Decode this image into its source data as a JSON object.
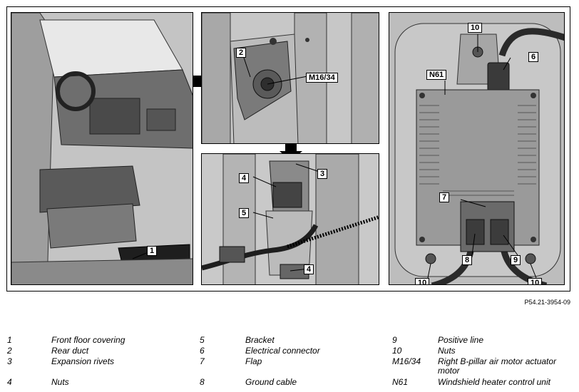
{
  "figure_ref": "P54.21-3954-09",
  "callouts": {
    "c1": "1",
    "c2": "2",
    "c3": "3",
    "c4a": "4",
    "c4b": "4",
    "c5": "5",
    "c6": "6",
    "c7": "7",
    "c8": "8",
    "c9": "9",
    "c10a": "10",
    "c10b": "10",
    "c10c": "10",
    "m1634": "M16/34",
    "n61": "N61"
  },
  "legend": {
    "col1": [
      {
        "num": "1",
        "text": "Front floor covering"
      },
      {
        "num": "2",
        "text": "Rear duct"
      },
      {
        "num": "3",
        "text": "Expansion rivets"
      },
      {
        "num": "4",
        "text": "Nuts"
      }
    ],
    "col2": [
      {
        "num": "5",
        "text": "Bracket"
      },
      {
        "num": "6",
        "text": "Electrical connector"
      },
      {
        "num": "7",
        "text": "Flap"
      },
      {
        "num": "8",
        "text": "Ground cable"
      }
    ],
    "col3": [
      {
        "num": "9",
        "text": "Positive line"
      },
      {
        "num": "10",
        "text": "Nuts"
      },
      {
        "num": "M16/34",
        "text": "Right B-pillar air motor actuator motor"
      },
      {
        "num": "N61",
        "text": "Windshield heater control unit"
      }
    ]
  },
  "colors": {
    "bg_panel": "#bdbdbd",
    "dark": "#5a5a5a",
    "line": "#000000"
  }
}
